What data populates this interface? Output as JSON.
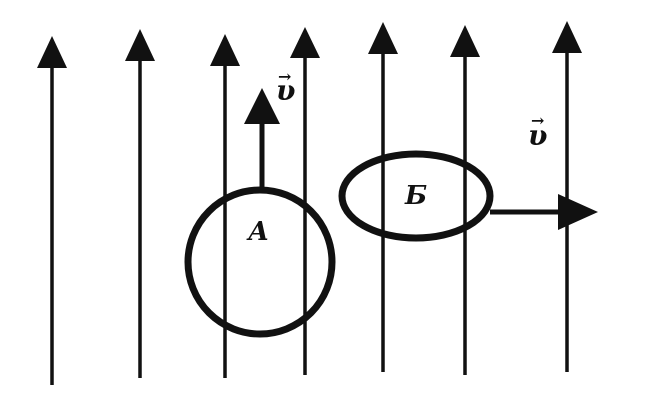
{
  "diagram": {
    "loop_a_label": "А",
    "loop_b_label": "Б",
    "velocity_a_label": "υ",
    "velocity_b_label": "υ",
    "field_line_count": 7,
    "field_direction": "up",
    "velocity_a_direction": "up",
    "velocity_b_direction": "right"
  }
}
